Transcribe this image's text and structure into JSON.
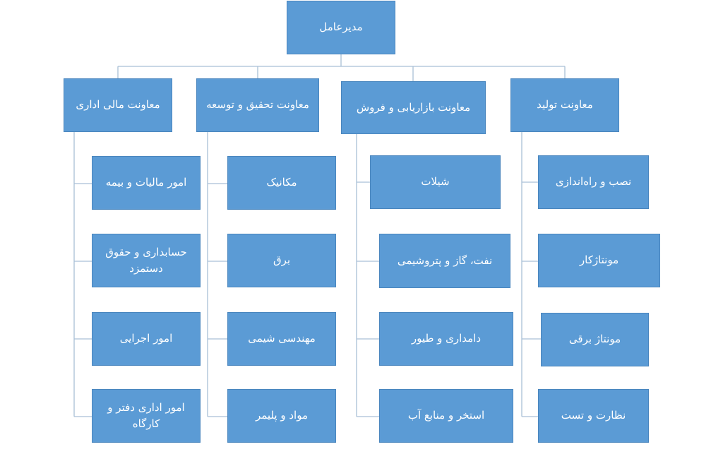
{
  "root": {
    "label": "مدیرعامل"
  },
  "departments": [
    {
      "label": "معاونت تولید",
      "units": [
        "نصب و راه‌اندازی",
        "مونتاژکار",
        "مونتاژ برقی",
        "نظارت و تست"
      ]
    },
    {
      "label": "معاونت بازاریابی و فروش",
      "units": [
        "شیلات",
        "نفت، گاز و پتروشیمی",
        "دامداری و طیور",
        "استخر و منابع آب"
      ]
    },
    {
      "label": "معاونت تحقیق و توسعه",
      "units": [
        "مکانیک",
        "برق",
        "مهندسی شیمی",
        "مواد و پلیمر"
      ]
    },
    {
      "label": "معاونت مالی اداری",
      "units": [
        "امور مالیات و بیمه",
        "حسابداری و حقوق دستمزد",
        "امور اجرایی",
        "امور اداری دفتر و کارگاه"
      ]
    }
  ],
  "colors": {
    "box": "#5b9bd5",
    "line": "#a9bfd6",
    "text": "#ffffff"
  }
}
